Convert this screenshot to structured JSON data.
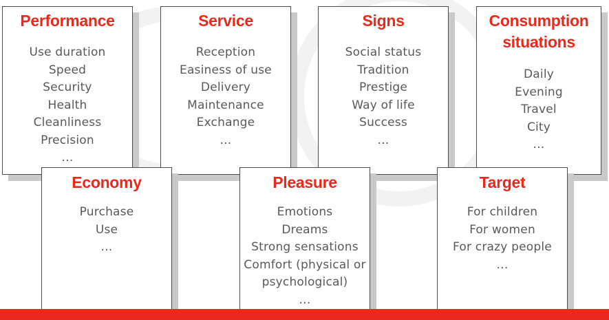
{
  "accent_color": "#e8291c",
  "cards": [
    {
      "id": "performance",
      "title": "Performance",
      "items": [
        "Use duration",
        "Speed",
        "Security",
        "Health",
        "Cleanliness",
        "Precision",
        "…"
      ]
    },
    {
      "id": "service",
      "title": "Service",
      "items": [
        "Reception",
        "Easiness of use",
        "Delivery",
        "Maintenance",
        "Exchange",
        "…"
      ]
    },
    {
      "id": "signs",
      "title": "Signs",
      "items": [
        "Social status",
        "Tradition",
        "Prestige",
        "Way of life",
        "Success",
        "…"
      ]
    },
    {
      "id": "consumption-situations",
      "title": "Consumption situations",
      "title_lines": [
        "Consumption",
        "situations"
      ],
      "items": [
        "Daily",
        "Evening",
        "Travel",
        "City",
        "…"
      ]
    },
    {
      "id": "economy",
      "title": "Economy",
      "items": [
        "Purchase",
        "Use",
        "…"
      ]
    },
    {
      "id": "pleasure",
      "title": "Pleasure",
      "items": [
        "Emotions",
        "Dreams",
        "Strong sensations",
        "Comfort (physical or",
        "psychological)",
        "…"
      ]
    },
    {
      "id": "target",
      "title": "Target",
      "items": [
        "For children",
        "For women",
        "For crazy people",
        "…"
      ]
    }
  ]
}
